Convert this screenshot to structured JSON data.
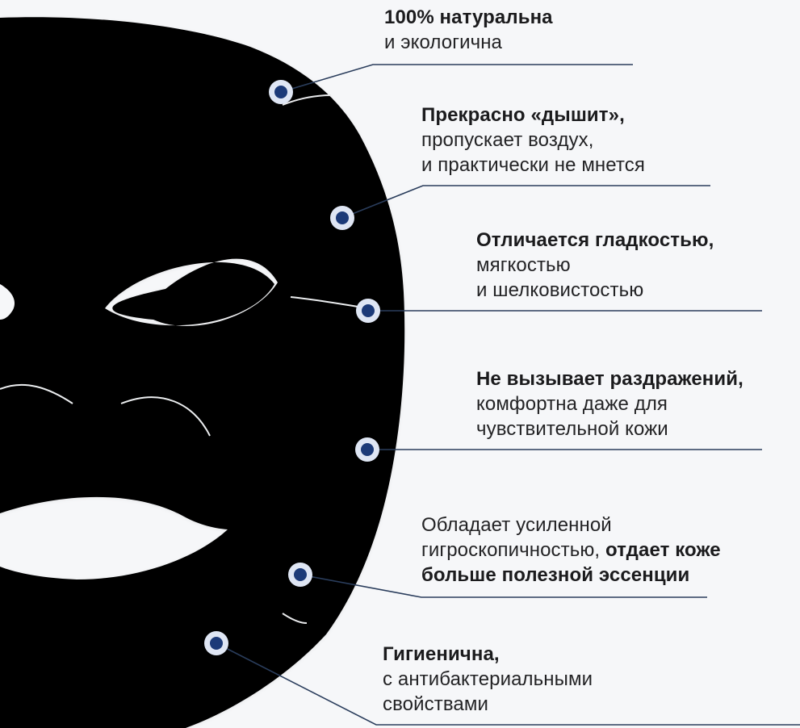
{
  "features": [
    {
      "id": "natural",
      "lines": [
        [
          {
            "text": "100% натуральна",
            "bold": true
          }
        ],
        [
          {
            "text": "и экологична",
            "bold": false
          }
        ]
      ]
    },
    {
      "id": "breathes",
      "lines": [
        [
          {
            "text": "Прекрасно «дышит»,",
            "bold": true
          }
        ],
        [
          {
            "text": "пропускает воздух,",
            "bold": false
          }
        ],
        [
          {
            "text": "и практически не мнется",
            "bold": false
          }
        ]
      ]
    },
    {
      "id": "smooth",
      "lines": [
        [
          {
            "text": "Отличается гладкостью,",
            "bold": true
          }
        ],
        [
          {
            "text": "мягкостью",
            "bold": false
          }
        ],
        [
          {
            "text": "и шелковистостью",
            "bold": false
          }
        ]
      ]
    },
    {
      "id": "no-irritation",
      "lines": [
        [
          {
            "text": "Не вызывает раздражений,",
            "bold": true
          }
        ],
        [
          {
            "text": "комфортна даже для",
            "bold": false
          }
        ],
        [
          {
            "text": "чувствительной кожи",
            "bold": false
          }
        ]
      ]
    },
    {
      "id": "hygroscopic",
      "lines": [
        [
          {
            "text": "Обладает усиленной",
            "bold": false
          }
        ],
        [
          {
            "text": "гигроскопичностью, ",
            "bold": false
          },
          {
            "text": "отдает коже",
            "bold": true
          }
        ],
        [
          {
            "text": "больше полезной эссенции",
            "bold": true
          }
        ]
      ]
    },
    {
      "id": "hygienic",
      "lines": [
        [
          {
            "text": "Гигиенична,",
            "bold": true
          }
        ],
        [
          {
            "text": "с антибактериальными",
            "bold": false
          }
        ],
        [
          {
            "text": "свойствами",
            "bold": false
          }
        ]
      ]
    }
  ],
  "colors": {
    "background": "#f6f7f9",
    "mask": "#ffffff",
    "marker": "#1c3a78",
    "marker_halo": "#dfe6f4",
    "leader_line": "#2a3d5c"
  },
  "icons": {
    "mask": "sheet-mask-illustration",
    "marker": "dot-marker-icon"
  }
}
